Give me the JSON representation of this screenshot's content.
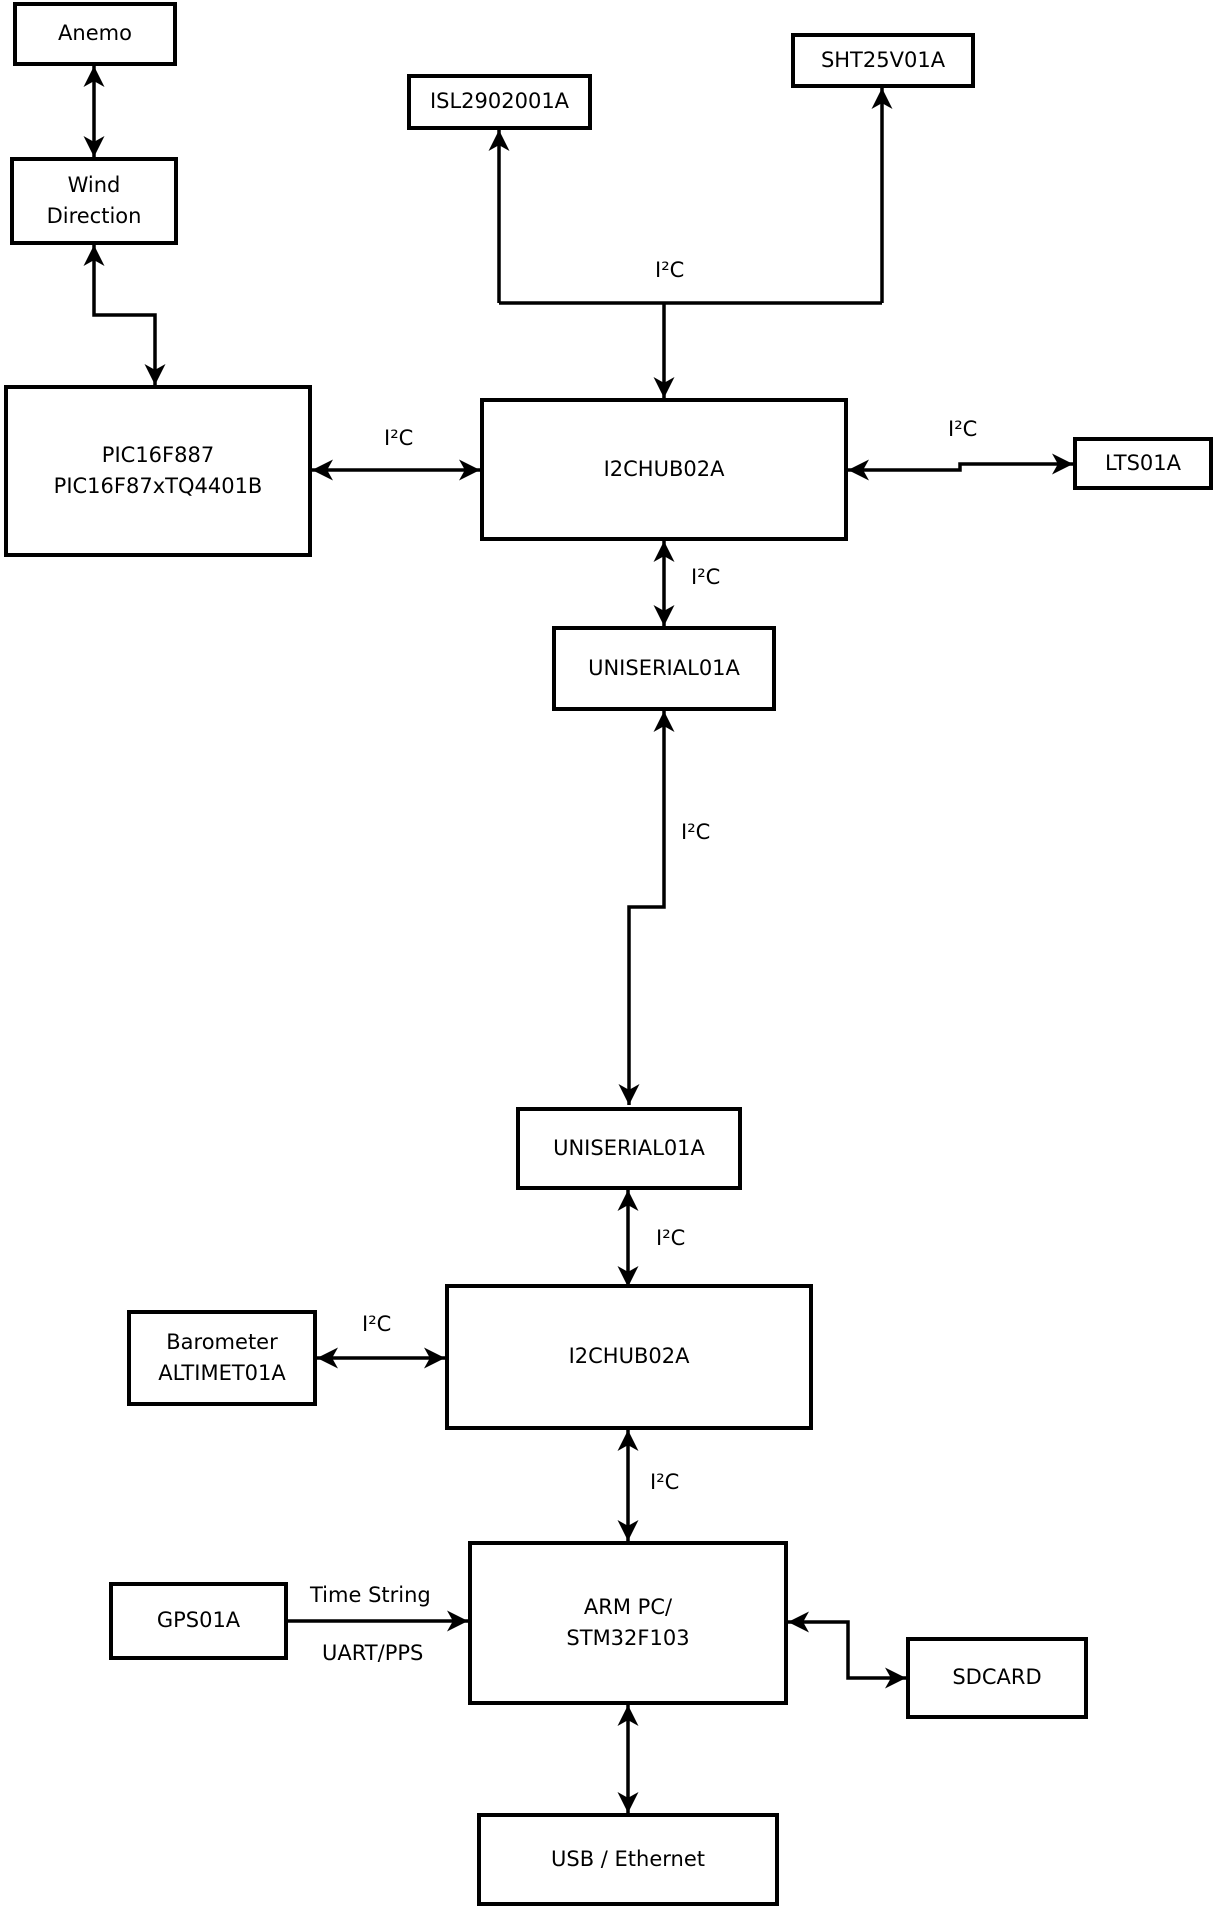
{
  "diagram": {
    "nodes": {
      "anemo": {
        "label": "Anemo"
      },
      "wind_direction": {
        "line1": "Wind",
        "line2": "Direction"
      },
      "pic": {
        "line1": "PIC16F887",
        "line2": "PIC16F87xTQ4401B"
      },
      "isl": {
        "label": "ISL2902001A"
      },
      "sht": {
        "label": "SHT25V01A"
      },
      "hub_top": {
        "label": "I2CHUB02A"
      },
      "lts": {
        "label": "LTS01A"
      },
      "uniserial_top": {
        "label": "UNISERIAL01A"
      },
      "uniserial_bottom": {
        "label": "UNISERIAL01A"
      },
      "hub_bottom": {
        "label": "I2CHUB02A"
      },
      "barometer": {
        "line1": "Barometer",
        "line2": "ALTIMET01A"
      },
      "gps": {
        "label": "GPS01A"
      },
      "arm_pc": {
        "line1": "ARM PC/",
        "line2": "STM32F103"
      },
      "sdcard": {
        "label": "SDCARD"
      },
      "usb_ethernet": {
        "label": "USB / Ethernet"
      }
    },
    "edge_labels": {
      "bus_top": "I²C",
      "pic_hub": "I²C",
      "hub_lts": "I²C",
      "hub_uniserial": "I²C",
      "uniserial_link": "I²C",
      "uniserial_hub2": "I²C",
      "barometer_hub2": "I²C",
      "hub2_arm": "I²C",
      "gps_arm_top": "Time String",
      "gps_arm_bottom": "UART/PPS"
    },
    "colors": {
      "line": "#000000",
      "background": "#ffffff",
      "box_fill": "#ffffff"
    }
  }
}
